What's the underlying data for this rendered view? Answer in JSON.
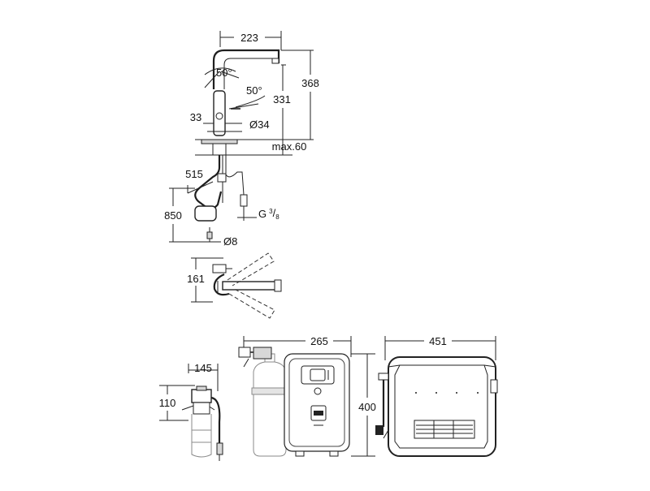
{
  "dimensions": {
    "faucet_reach": "223",
    "faucet_height": "368",
    "spout_height": "331",
    "angle_left": "50°",
    "angle_right": "50°",
    "base_offset": "33",
    "base_diameter": "Ø34",
    "counter_max": "max.60",
    "hose_length_upper": "515",
    "hose_length_total": "850",
    "thread": "G",
    "thread_num": "3",
    "thread_den": "8",
    "pipe_diameter": "Ø8",
    "swivel_depth": "161",
    "filter_width": "145",
    "filter_height": "110",
    "boiler_depth": "265",
    "boiler_height": "400",
    "chiller_width": "451"
  },
  "colors": {
    "line": "#222222",
    "ghost": "#8a8a8a",
    "fill_light": "#d7d7d7"
  }
}
